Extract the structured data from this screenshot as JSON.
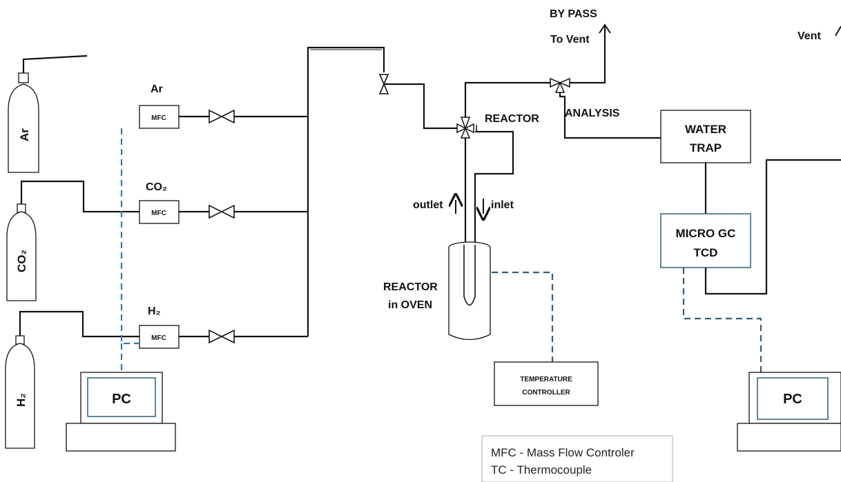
{
  "labels": {
    "by_pass": "BY PASS",
    "to_vent": "To Vent",
    "vent": "Vent",
    "analysis": "ANALYSIS",
    "reactor": "REACTOR",
    "outlet": "outlet",
    "inlet": "inlet",
    "reactor_oven_1": "REACTOR",
    "reactor_oven_2": "in OVEN"
  },
  "cylinders": [
    {
      "label": "Ar"
    },
    {
      "label": "CO₂"
    },
    {
      "label": "H₂"
    }
  ],
  "mfc_lines": [
    {
      "gas": "Ar",
      "box": "MFC"
    },
    {
      "gas": "CO₂",
      "box": "MFC"
    },
    {
      "gas": "H₂",
      "box": "MFC"
    }
  ],
  "boxes": {
    "water_trap_1": "WATER",
    "water_trap_2": "TRAP",
    "micro_gc_1": "MICRO GC",
    "micro_gc_2": "TCD",
    "temp_ctrl_1": "TEMPERATURE",
    "temp_ctrl_2": "CONTROLLER",
    "pc_left": "PC",
    "pc_right": "PC"
  },
  "legend": [
    "MFC - Mass Flow Controler",
    "TC - Thermocouple"
  ]
}
